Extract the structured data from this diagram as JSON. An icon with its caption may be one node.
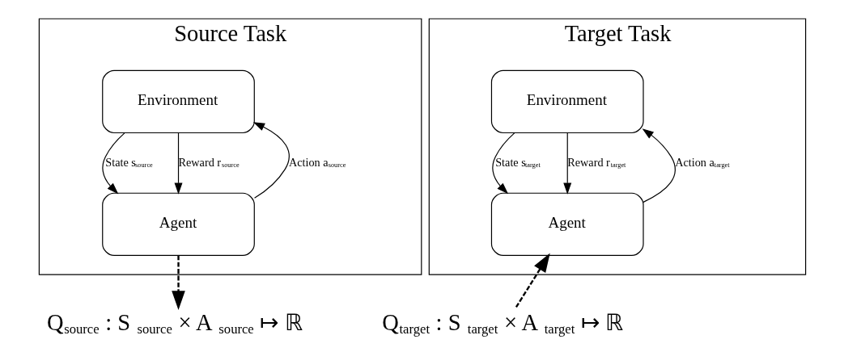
{
  "diagram": {
    "nodes": [
      {
        "text": [
          "Source Task"
        ]
      },
      {
        "text": [
          "Environment"
        ],
        "in": 0
      },
      {
        "text": [
          "Agent"
        ],
        "in": 0
      },
      {
        "text": [
          "Target Task"
        ]
      },
      {
        "text": [
          "Environment"
        ],
        "in": 3
      },
      {
        "text": [
          "Agent"
        ],
        "in": 3
      },
      {
        "text": [
          "Q$_{source}$ : S$_{source}$ × A$_{source}$ ↦ ℝ"
        ]
      },
      {
        "text": [
          "Q$_{target}$ : S$_{target}$ × A$_{target}$ ↦ ℝ"
        ]
      }
    ],
    "edges": [
      {
        "from": 2,
        "to": 1,
        "arrow": "to",
        "label": "Action a$_{source}$"
      },
      {
        "from": 1,
        "to": 2,
        "arrow": "to",
        "label": "State s$_{source}$"
      },
      {
        "from": 1,
        "to": 2,
        "arrow": "to",
        "label": "Reward r$_{source}$"
      },
      {
        "from": 5,
        "to": 4,
        "arrow": "to",
        "label": "Action a$_{target}$"
      },
      {
        "from": 4,
        "to": 5,
        "arrow": "to",
        "label": "State s$_{target}$"
      },
      {
        "from": 4,
        "to": 5,
        "arrow": "to",
        "label": "Reward r$_{target}$"
      },
      {
        "from": 2,
        "to": 6,
        "arrow": "to",
        "style": "dashed"
      },
      {
        "from": 7,
        "to": 5,
        "arrow": "to",
        "style": "dashed"
      }
    ]
  }
}
